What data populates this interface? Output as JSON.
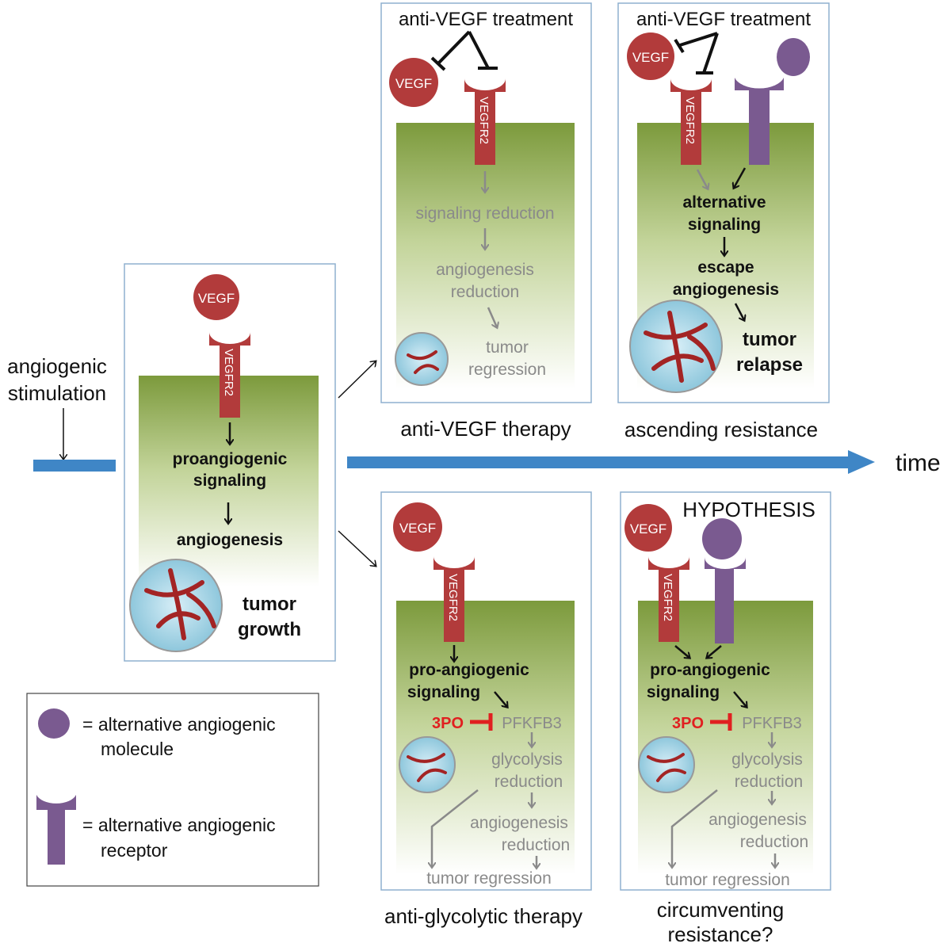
{
  "left": {
    "stimulus_line1": "angiogenic",
    "stimulus_line2": "stimulation"
  },
  "timeline": {
    "label": "time"
  },
  "molecules": {
    "ligand": "VEGF",
    "receptor": "VEGFR2",
    "inhibitor": "3PO",
    "target": "PFKFB3"
  },
  "panel_growth": {
    "step1_line1": "proangiogenic",
    "step1_line2": "signaling",
    "step2": "angiogenesis",
    "outcome_line1": "tumor",
    "outcome_line2": "growth"
  },
  "panel_antivegf": {
    "treatment": "anti-VEGF treatment",
    "step1": "signaling reduction",
    "step2_line1": "angiogenesis",
    "step2_line2": "reduction",
    "outcome_line1": "tumor",
    "outcome_line2": "regression",
    "caption": "anti-VEGF therapy"
  },
  "panel_resistance": {
    "treatment": "anti-VEGF treatment",
    "step1_line1": "alternative",
    "step1_line2": "signaling",
    "step2_line1": "escape",
    "step2_line2": "angiogenesis",
    "outcome_line1": "tumor",
    "outcome_line2": "relapse",
    "caption": "ascending resistance"
  },
  "panel_glycolytic": {
    "step1_line1": "pro-angiogenic",
    "step1_line2": "signaling",
    "step2_line1": "glycolysis",
    "step2_line2": "reduction",
    "step3_line1": "angiogenesis",
    "step3_line2": "reduction",
    "outcome": "tumor regression",
    "caption": "anti-glycolytic therapy"
  },
  "panel_hypothesis": {
    "title": "HYPOTHESIS",
    "step1_line1": "pro-angiogenic",
    "step1_line2": "signaling",
    "step2_line1": "glycolysis",
    "step2_line2": "reduction",
    "step3_line1": "angiogenesis",
    "step3_line2": "reduction",
    "outcome": "tumor regression",
    "caption_line1": "circumventing",
    "caption_line2": "resistance?"
  },
  "legend": {
    "molecule_line1": "= alternative angiogenic",
    "molecule_line2": "molecule",
    "receptor_line1": "= alternative angiogenic",
    "receptor_line2": "receptor"
  },
  "colors": {
    "vegf": "#b23b3b",
    "alternative": "#7a5a90",
    "timeline": "#3f86c6",
    "panel_border": "#8fb0cf",
    "membrane_top": "#7c9a3c",
    "inhibitor": "#e02020"
  }
}
